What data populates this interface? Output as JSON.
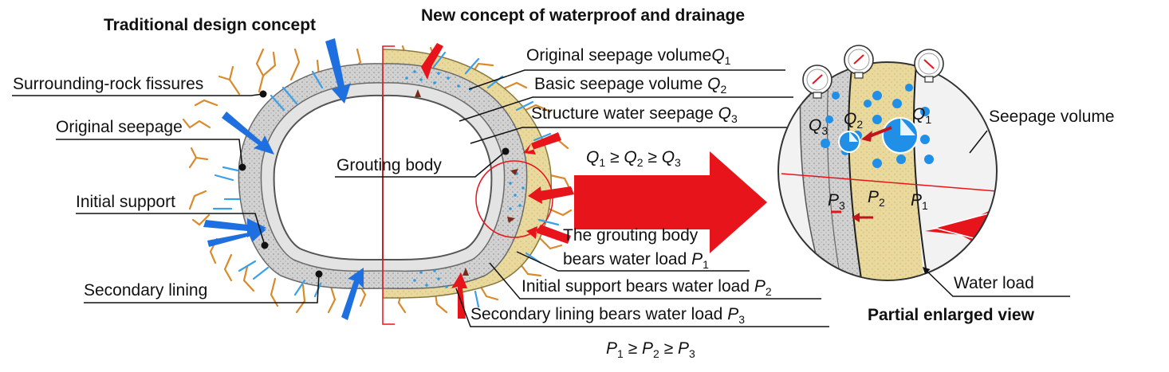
{
  "titles": {
    "traditional": "Traditional design concept",
    "new_concept": "New concept of waterproof and drainage",
    "partial_view": "Partial enlarged view"
  },
  "left_labels": {
    "fissures": "Surrounding-rock fissures",
    "original_seepage": "Original seepage",
    "initial_support": "Initial support",
    "secondary_lining": "Secondary lining"
  },
  "right_labels": {
    "q1_text": "Original seepage volume",
    "q2_text": "Basic seepage volume ",
    "q3_text": "Structure water seepage ",
    "grouting_body": "Grouting body",
    "p1_line1": "The grouting body",
    "p1_line2": "bears water load ",
    "p2_text": "Initial support bears water load ",
    "p3_text": "Secondary lining bears water load "
  },
  "symbols": {
    "Q": "Q",
    "P": "P",
    "s1": "1",
    "s2": "2",
    "s3": "3",
    "geq": " ≥ "
  },
  "view_labels": {
    "seepage_volume": "Seepage volume",
    "water_load": "Water load"
  },
  "colors": {
    "fissure": "#d98a2b",
    "seepage_arrow": "#1e6fe0",
    "small_arrow": "#3aa0e8",
    "red_arrow": "#e8141b",
    "grout": "#e9d79a",
    "support": "#cfcfcf",
    "lining": "#dcdcdc",
    "droplet": "#1f8fe8"
  },
  "icons": [
    "gauge-icon",
    "gauge-icon",
    "gauge-icon"
  ]
}
